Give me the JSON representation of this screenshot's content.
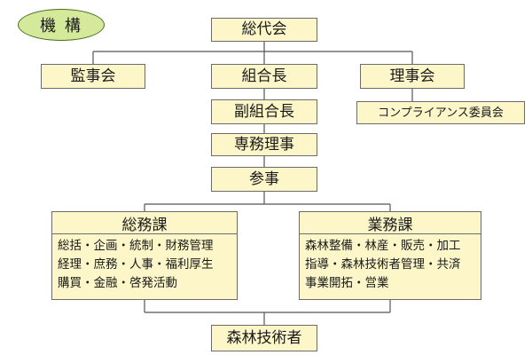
{
  "badge": "機 構",
  "nodes": {
    "general_assembly": "総代会",
    "audit_board": "監事会",
    "president": "組合長",
    "board_of_directors": "理事会",
    "compliance_committee": "コンプライアンス委員会",
    "vice_president": "副組合長",
    "managing_director": "専務理事",
    "counselor": "参事",
    "forest_engineers": "森林技術者"
  },
  "departments": {
    "general_affairs": {
      "title": "総務課",
      "duties": [
        "総括・企画・統制・財務管理",
        "経理・庶務・人事・福利厚生",
        "購買・金融・啓発活動"
      ]
    },
    "operations": {
      "title": "業務課",
      "duties": [
        "森林整備・林産・販売・加工",
        "指導・森林技術者管理・共済",
        "事業開拓・営業"
      ]
    }
  },
  "colors": {
    "box_fill": "#fcf6c9",
    "badge_fill": "#d4ea9a",
    "border": "#6b6b6b",
    "line": "#555555"
  }
}
